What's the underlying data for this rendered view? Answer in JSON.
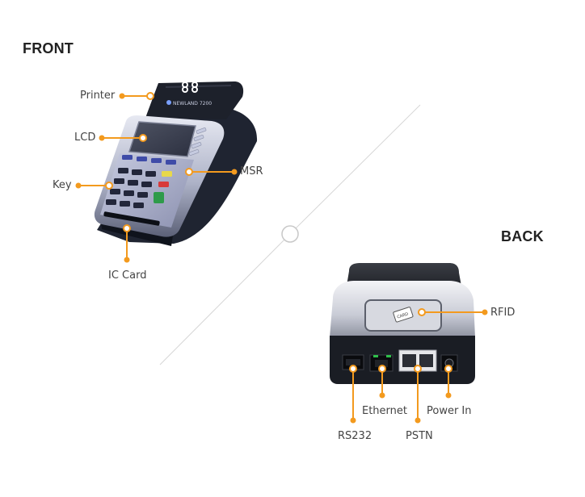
{
  "headings": {
    "front": "FRONT",
    "back": "BACK"
  },
  "device_brand_text": "NEWLAND 7200",
  "front_labels": {
    "printer": "Printer",
    "lcd": "LCD",
    "key": "Key",
    "msr": "MSR",
    "ic_card": "IC Card"
  },
  "back_labels": {
    "rfid": "RFID",
    "rfid_card_text": "CARD",
    "ethernet": "Ethernet",
    "power_in": "Power In",
    "rs232": "RS232",
    "pstn": "PSTN"
  },
  "colors": {
    "accent": "#f39a1e",
    "divider": "#d6d6d6",
    "device_dark": "#232833",
    "device_silver": "#c9ccd6"
  }
}
